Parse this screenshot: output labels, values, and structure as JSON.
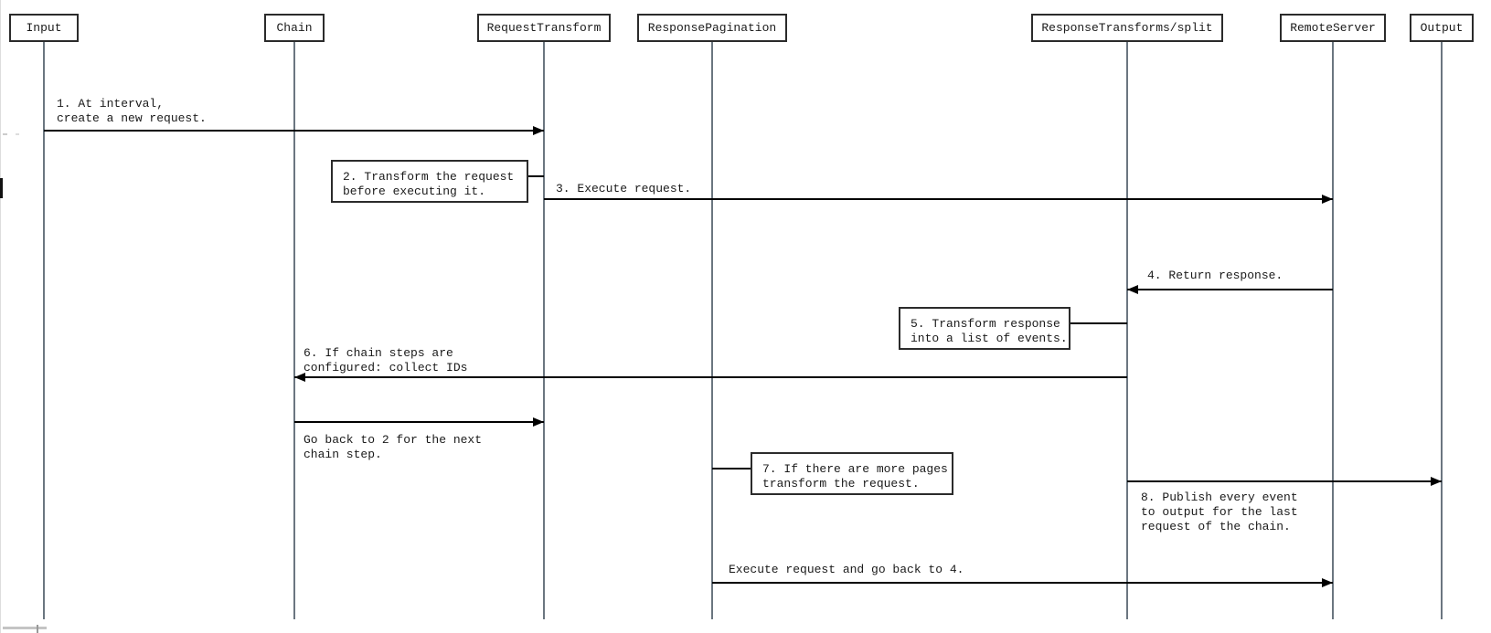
{
  "diagram_type": "sequence-diagram",
  "colors": {
    "background": "#ffffff",
    "arrow_line": "#000000",
    "lifeline": "#6b7680",
    "box_border": "#2b2b2b",
    "text": "#1a1a1a"
  },
  "participants": [
    {
      "label": "Input"
    },
    {
      "label": "Chain"
    },
    {
      "label": "RequestTransform"
    },
    {
      "label": "ResponsePagination"
    },
    {
      "label": "ResponseTransforms/split"
    },
    {
      "label": "RemoteServer"
    },
    {
      "label": "Output"
    }
  ],
  "messages": [
    {
      "kind": "arrow",
      "from": "Input",
      "to": "RequestTransform",
      "lines": [
        "1. At interval,",
        "create a new request."
      ]
    },
    {
      "kind": "note",
      "on": "RequestTransform",
      "side": "left",
      "lines": [
        "2. Transform the request",
        "before executing it."
      ]
    },
    {
      "kind": "arrow",
      "from": "RequestTransform",
      "to": "RemoteServer",
      "lines": [
        "3. Execute request."
      ]
    },
    {
      "kind": "arrow",
      "from": "RemoteServer",
      "to": "ResponseTransforms/split",
      "lines": [
        "4. Return response."
      ]
    },
    {
      "kind": "note",
      "on": "ResponseTransforms/split",
      "side": "left",
      "lines": [
        "5. Transform response",
        "into a list of events."
      ]
    },
    {
      "kind": "arrow",
      "from": "ResponseTransforms/split",
      "to": "Chain",
      "lines": [
        "6. If chain steps are",
        "configured: collect IDs"
      ]
    },
    {
      "kind": "arrow",
      "from": "Chain",
      "to": "RequestTransform",
      "lines": [
        "Go back to 2 for the next",
        "chain step."
      ]
    },
    {
      "kind": "note",
      "on": "ResponsePagination",
      "side": "right",
      "lines": [
        "7. If there are more pages",
        "transform the request."
      ]
    },
    {
      "kind": "arrow",
      "from": "ResponseTransforms/split",
      "to": "Output",
      "lines": [
        "8. Publish every event",
        "to output for the last",
        "request of the chain."
      ]
    },
    {
      "kind": "arrow",
      "from": "ResponsePagination",
      "to": "RemoteServer",
      "lines": [
        "Execute request and go back to 4."
      ]
    }
  ]
}
